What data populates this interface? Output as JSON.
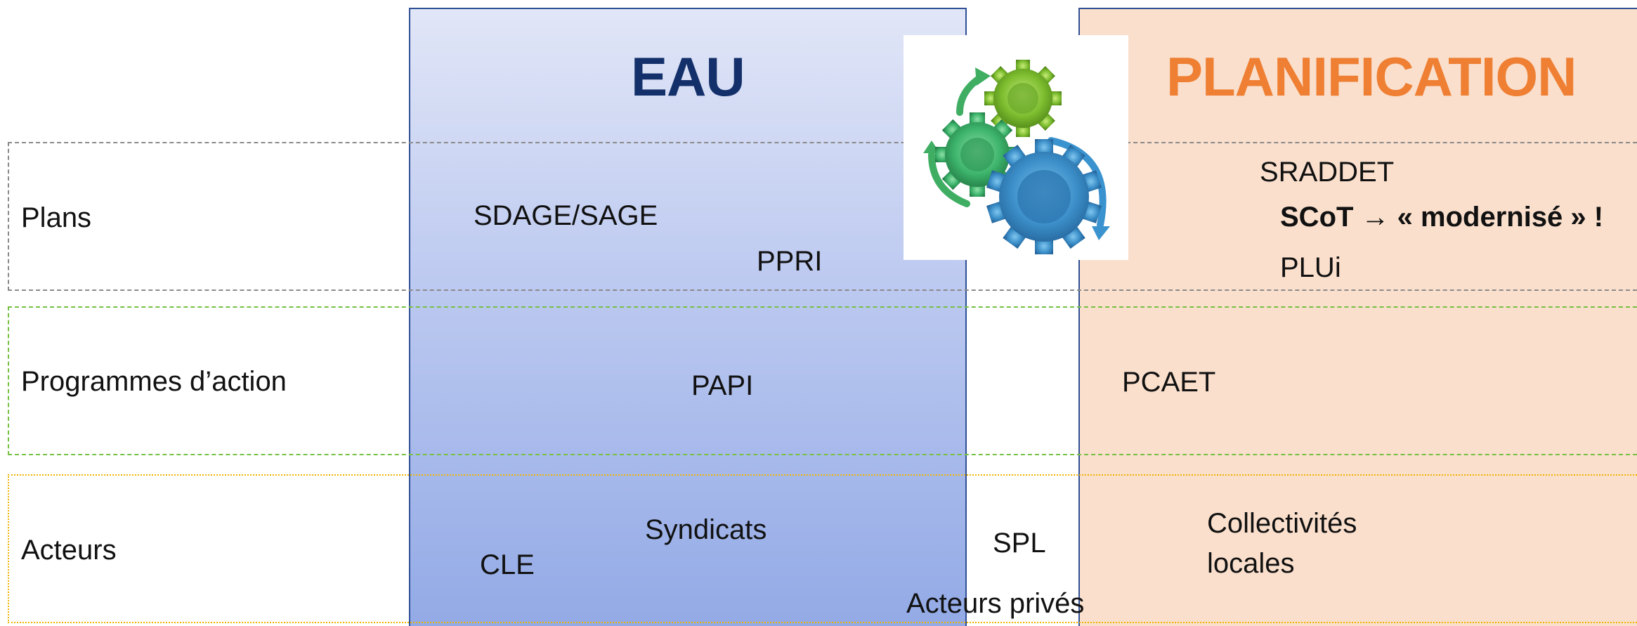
{
  "columns": {
    "eau": {
      "title": "EAU"
    },
    "planification": {
      "title": "PLANIFICATION"
    }
  },
  "rows": {
    "plans": "Plans",
    "programmes": "Programmes d’action",
    "acteurs": "Acteurs"
  },
  "items": {
    "sdage_sage": "SDAGE/SAGE",
    "ppri": "PPRI",
    "sraddet": "SRADDET",
    "scot": "SCoT → « modernisé » !",
    "plui": "PLUi",
    "papi": "PAPI",
    "pcaet": "PCAET",
    "syndicats": "Syndicats",
    "cle": "CLE",
    "spl": "SPL",
    "acteurs_prives": "Acteurs privés",
    "collectivites_line1": "Collectivités",
    "collectivites_line2": "locales"
  },
  "colors": {
    "eau_title": "#14306b",
    "planification_title": "#ee7f33",
    "eau_gradient_top": "#e1e6f7",
    "eau_gradient_bottom": "#93aae6",
    "planification_bg": "#fadfcc",
    "plans_border": "#8a8a8a",
    "programmes_border": "#76c043",
    "acteurs_border": "#f0b400"
  },
  "icons": [
    "gears-icon"
  ]
}
